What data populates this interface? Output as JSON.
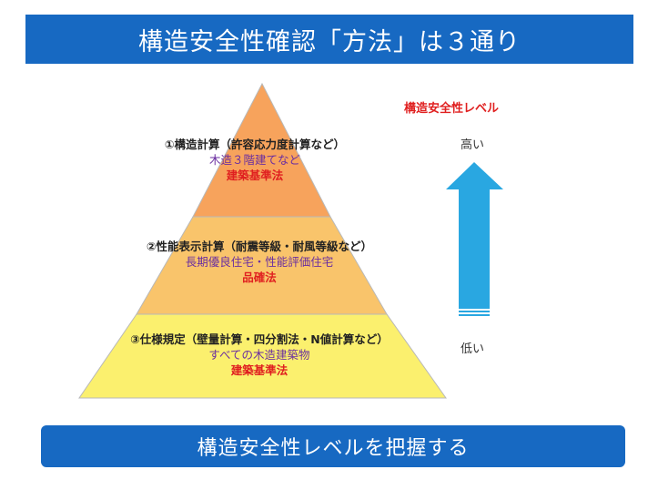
{
  "title": "構造安全性確認「方法」は３通り",
  "level_heading": "構造安全性レベル",
  "scale": {
    "high": "高い",
    "low": "低い"
  },
  "tiers": [
    {
      "title": "①構造計算（許容応力度計算など）",
      "sub": "木造３階建てなど",
      "law": "建築基準法",
      "color": "#f7a35c"
    },
    {
      "title": "②性能表示計算（耐震等級・耐風等級など）",
      "sub": "長期優良住宅・性能評価住宅",
      "law": "品確法",
      "color": "#f9c46b"
    },
    {
      "title": "③仕様規定（壁量計算・四分割法・N値計算など）",
      "sub": "すべての木造建築物",
      "law": "建築基準法",
      "color": "#fbf06e"
    }
  ],
  "footer": "構造安全性レベルを把握する",
  "colors": {
    "banner": "#1769c2",
    "arrow": "#29a7e1",
    "accent_red": "#e02020",
    "purple": "#6a2ea0"
  }
}
